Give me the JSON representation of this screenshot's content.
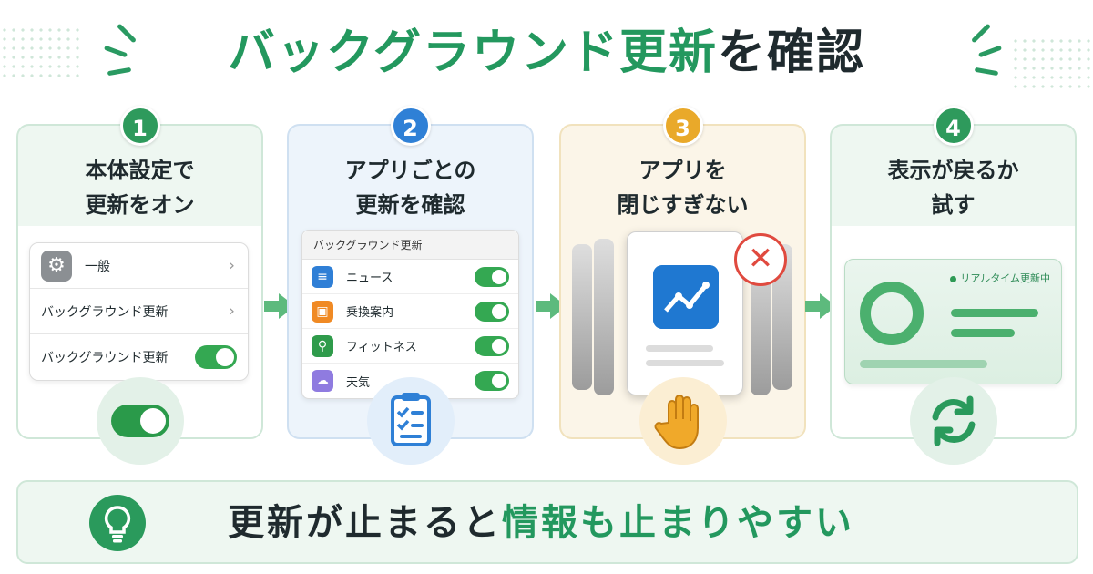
{
  "title": {
    "part1": "バックグラウンド更新",
    "part2": "を確認"
  },
  "steps": [
    {
      "number": "1",
      "title_line1": "本体設定で",
      "title_line2": "更新をオン",
      "color": "#2e9a5c"
    },
    {
      "number": "2",
      "title_line1": "アプリごとの",
      "title_line2": "更新を確認",
      "color": "#2f80d6"
    },
    {
      "number": "3",
      "title_line1": "アプリを",
      "title_line2": "閉じすぎない",
      "color": "#e9a92a"
    },
    {
      "number": "4",
      "title_line1": "表示が戻るか",
      "title_line2": "試す",
      "color": "#2e9a5c"
    }
  ],
  "settings": {
    "rows": [
      {
        "label": "一般",
        "control": "chevron",
        "icon": "gear-icon"
      },
      {
        "label": "バックグラウンド更新",
        "control": "chevron"
      },
      {
        "label": "バックグラウンド更新",
        "control": "toggle-on"
      }
    ]
  },
  "app_list": {
    "header": "バックグラウンド更新",
    "apps": [
      {
        "label": "ニュース",
        "icon": "news-icon",
        "color": "#2f7fd6",
        "toggle": "on"
      },
      {
        "label": "乗換案内",
        "icon": "train-icon",
        "color": "#f08a24",
        "toggle": "on"
      },
      {
        "label": "フィットネス",
        "icon": "runner-icon",
        "color": "#2f9b4b",
        "toggle": "on"
      },
      {
        "label": "天気",
        "icon": "cloud-icon",
        "color": "#8f7be0",
        "toggle": "on"
      }
    ]
  },
  "realtime": {
    "label": "リアルタイム更新中"
  },
  "banner": {
    "part1": "更新が止まると",
    "part2": "情報も止まりやすい"
  },
  "icons": {
    "step1": "toggle-on-icon",
    "step2": "checklist-icon",
    "step3": "hand-stop-icon",
    "step4": "refresh-icon",
    "banner": "lightbulb-icon"
  }
}
